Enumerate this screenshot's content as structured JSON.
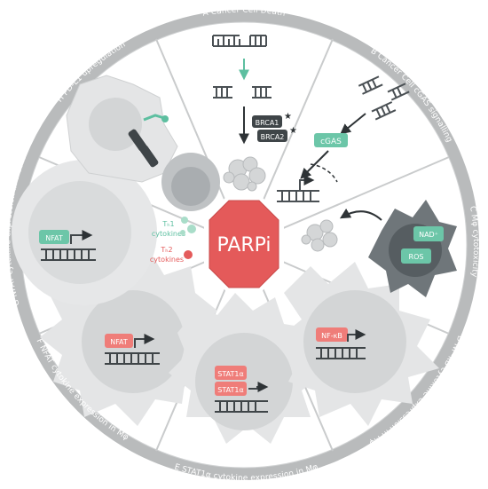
{
  "center": {
    "label": "PARPi"
  },
  "sections": {
    "A": {
      "letter": "A",
      "title": "Cancer Cell Death"
    },
    "B": {
      "letter": "B",
      "title": "Cancer Cell cGAS signalling"
    },
    "C": {
      "letter": "C",
      "title": "Mφ cytotoxicity"
    },
    "D": {
      "letter": "D",
      "title": "NF-κB cytokine expression in Mφ"
    },
    "E": {
      "letter": "E",
      "title": "STAT1α cytokine expression in Mφ"
    },
    "F": {
      "letter": "F",
      "title": "NFAT cytokine expression in Mφ"
    },
    "G": {
      "letter": "G",
      "title": "NFAT cytokine expression in T cells"
    },
    "H": {
      "letter": "H",
      "title": "PD-L1 upregulation"
    }
  },
  "labels": {
    "brca1": "BRCA1",
    "brca2": "BRCA2",
    "cgas": "cGAS",
    "nad": "NAD⁺",
    "ros": "ROS",
    "nfkb": "NF-κB",
    "stat1a_top": "STAT1α",
    "stat1a_bottom": "STAT1α",
    "nfat_mphi": "NFAT",
    "nfat_tcell": "NFAT",
    "th1": "Tₕ1",
    "th1_sub": "cytokines",
    "th2": "Tₕ2",
    "th2_sub": "cytokines"
  },
  "colors": {
    "ring": "#b9bbbc",
    "spoke": "#c9cbcc",
    "teal": "#5dbfa0",
    "teal_box": "#6cc6a8",
    "red": "#e45a5a",
    "red_box": "#ef7d79",
    "dark": "#3f4548",
    "cell": "#dfe0e1",
    "cell_dark": "#8a9094"
  }
}
